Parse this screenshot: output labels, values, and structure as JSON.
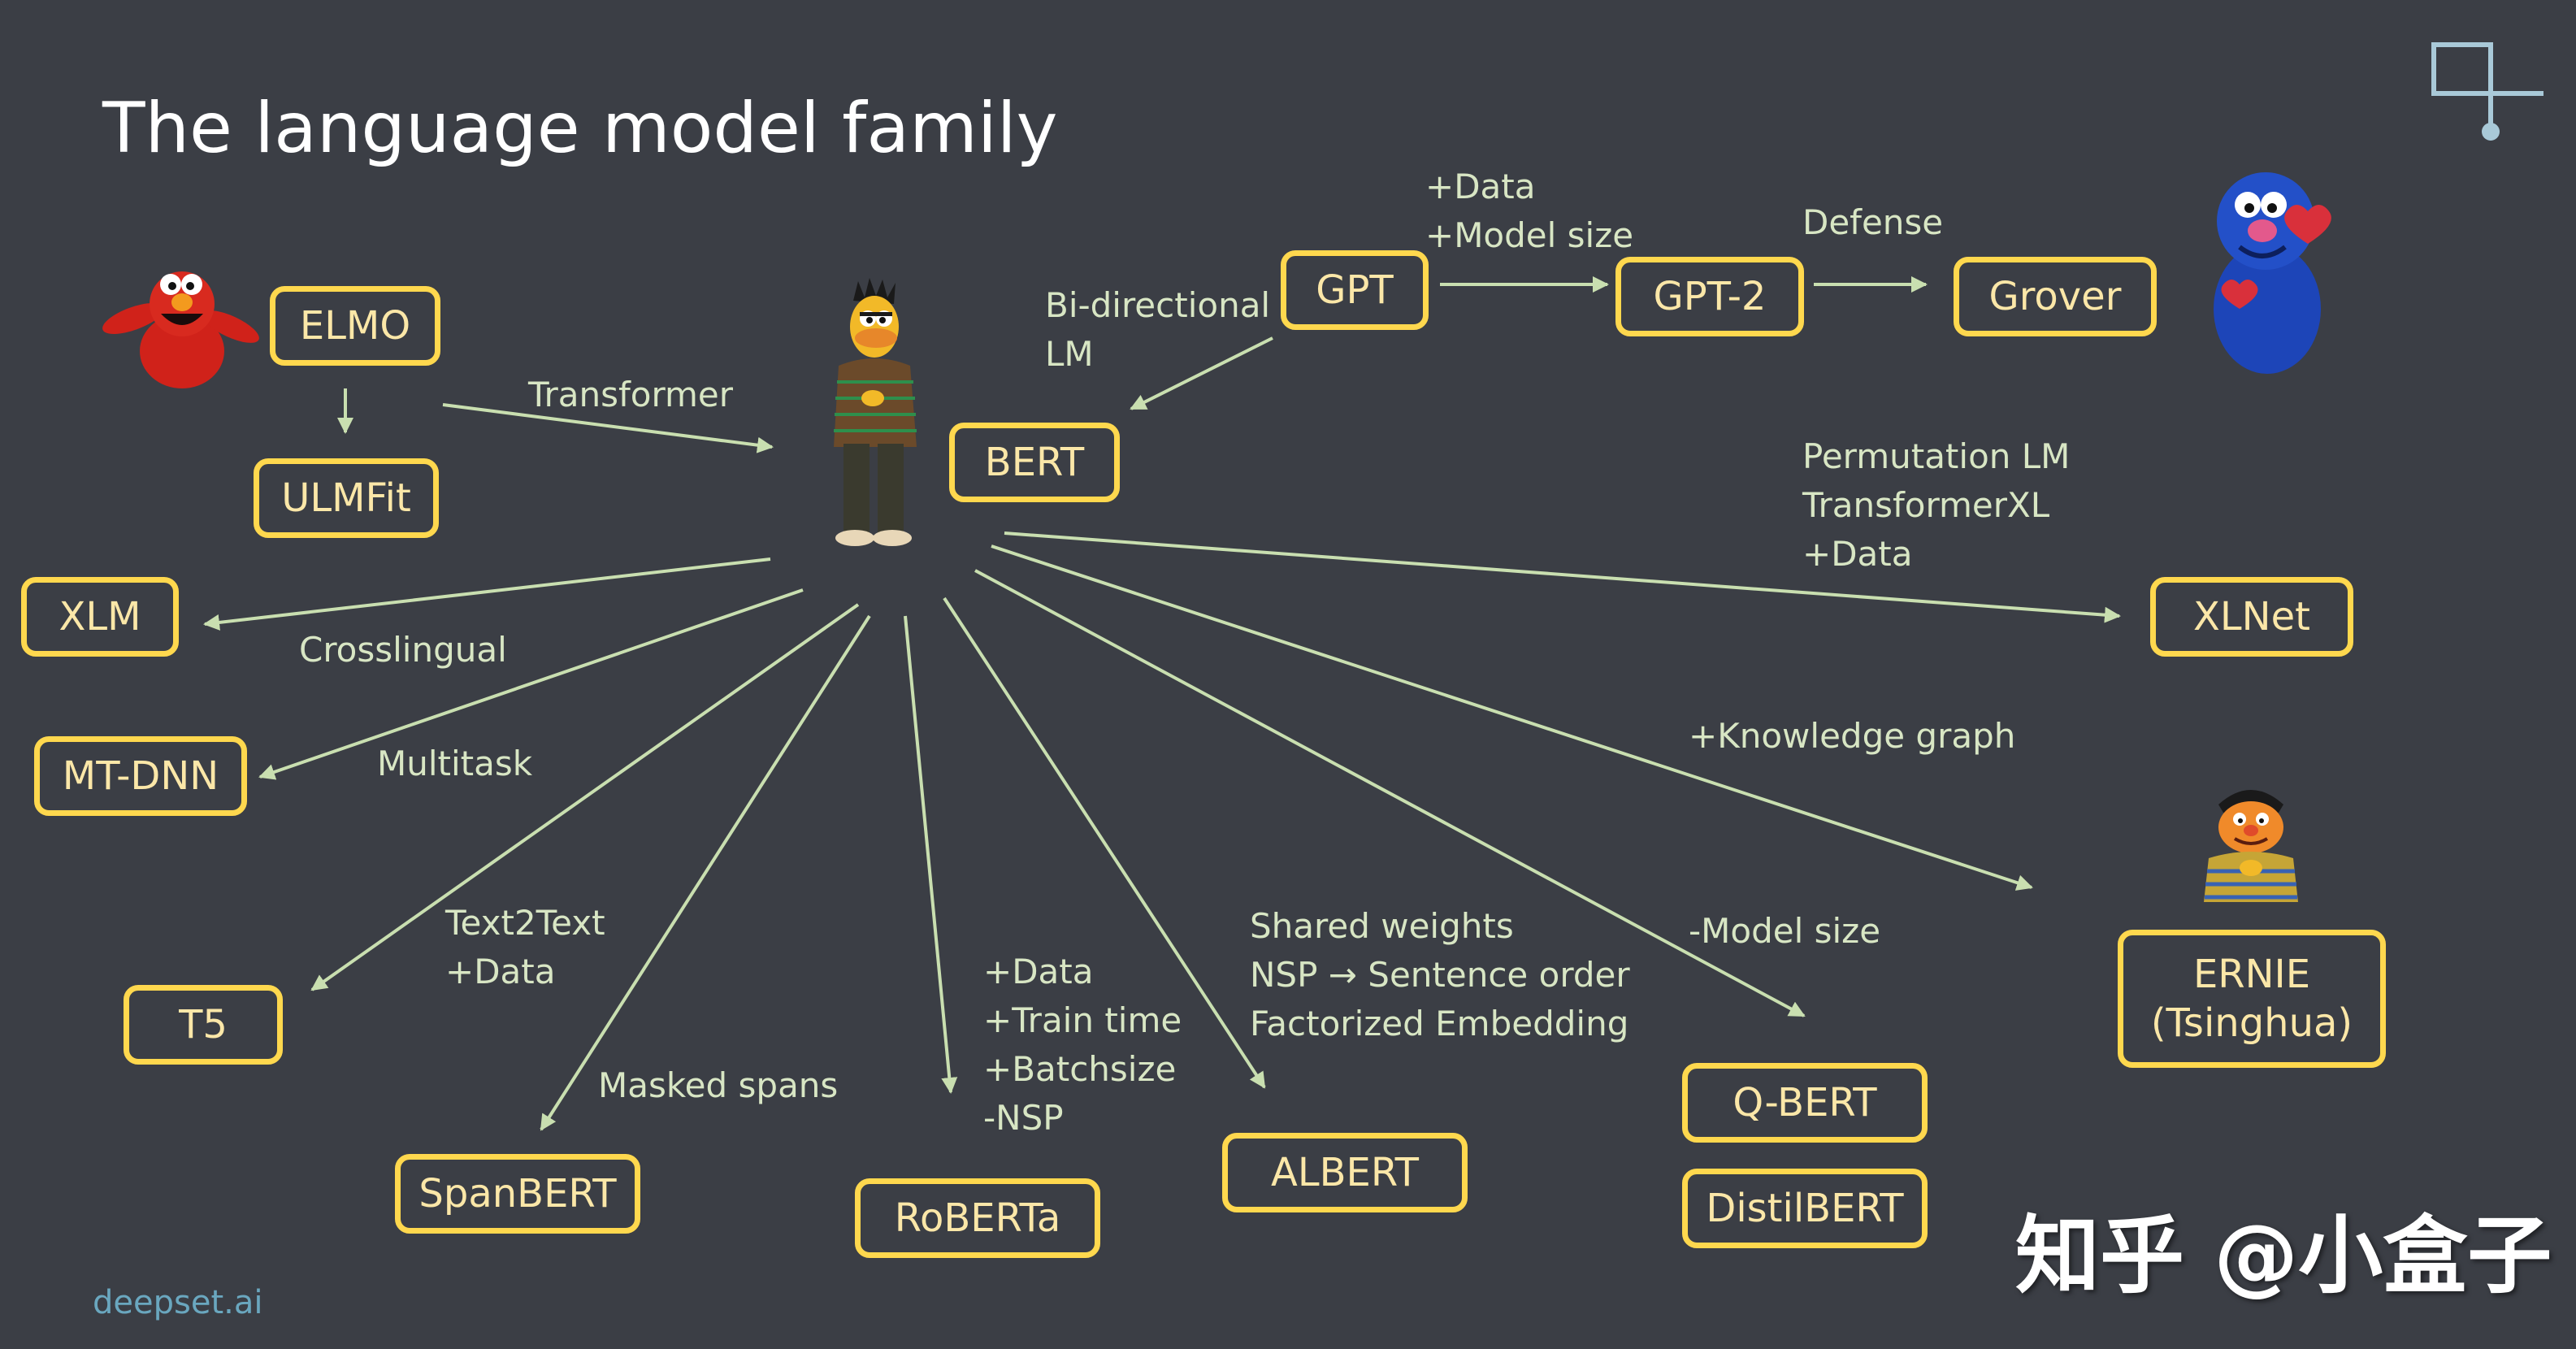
{
  "title": "The language model family",
  "nodes": {
    "elmo": "ELMO",
    "ulmfit": "ULMFit",
    "bert": "BERT",
    "gpt": "GPT",
    "gpt2": "GPT-2",
    "grover": "Grover",
    "xlm": "XLM",
    "mtdnn": "MT-DNN",
    "t5": "T5",
    "spanbert": "SpanBERT",
    "roberta": "RoBERTa",
    "albert": "ALBERT",
    "qbert": "Q-BERT",
    "distilbert": "DistilBERT",
    "xlnet": "XLNet",
    "ernie": [
      "ERNIE",
      "(Tsinghua)"
    ]
  },
  "edges": {
    "transformer": [
      "Transformer"
    ],
    "bidirectional": [
      "Bi-directional",
      "LM"
    ],
    "gpt_to_gpt2": [
      "+Data",
      "+Model size"
    ],
    "defense": [
      "Defense"
    ],
    "xlnet": [
      "Permutation LM",
      "TransformerXL",
      "+Data"
    ],
    "crosslingual": [
      "Crosslingual"
    ],
    "multitask": [
      "Multitask"
    ],
    "t5": [
      "Text2Text",
      "+Data"
    ],
    "spanbert": [
      "Masked spans"
    ],
    "roberta": [
      "+Data",
      "+Train time",
      "+Batchsize",
      "-NSP"
    ],
    "albert": [
      "Shared weights",
      "NSP → Sentence order",
      "Factorized Embedding"
    ],
    "knowledge": [
      "+Knowledge graph"
    ],
    "model_size": [
      "-Model size"
    ]
  },
  "footer": "deepset.ai",
  "watermark": "知乎 @小盒子",
  "colors": {
    "background": "#3b3e45",
    "box_border": "#ffd84e",
    "box_text": "#fbe7a8",
    "arrow": "#c9dfb0",
    "edge_text": "#d8e6c4",
    "footer": "#6aa7bf"
  },
  "icons": [
    "elmo-character",
    "bert-character",
    "grover-character",
    "ernie-character",
    "deepset-logo-icon"
  ]
}
